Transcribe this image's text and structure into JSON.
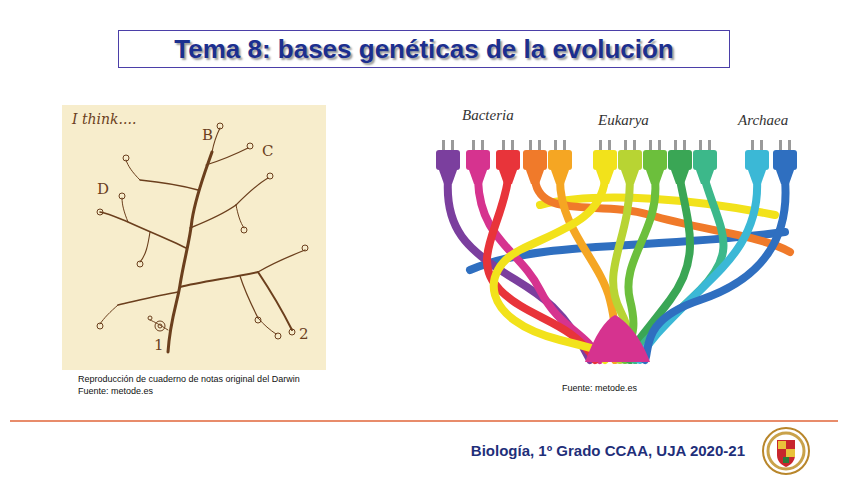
{
  "diagram": {
    "title": "Tema 8: bases genéticas de la evolución",
    "labels": [
      "I think....",
      "B",
      "C",
      "D",
      "1",
      "2",
      "Bacteria",
      "Eukarya",
      "Archaea",
      "Reproducción de cuaderno de notas original del Darwin",
      "Fuente: metode.es",
      "Fuente: metode.es",
      "Biología, 1º Grado CCAA, UJA 2020-21"
    ]
  }
}
